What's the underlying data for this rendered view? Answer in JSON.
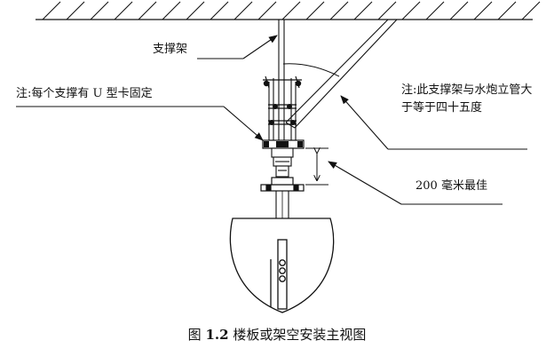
{
  "labels": {
    "support_frame": "支撑架",
    "u_clamp_note": "注:每个支撑有 U 型卡固定",
    "angle_note": "注:此支撑架与水炮立管大于等于四十五度",
    "distance_note": "200 毫米最佳"
  },
  "caption": {
    "prefix": "图",
    "number": "1.2",
    "text": "楼板或架空安装主视图"
  }
}
